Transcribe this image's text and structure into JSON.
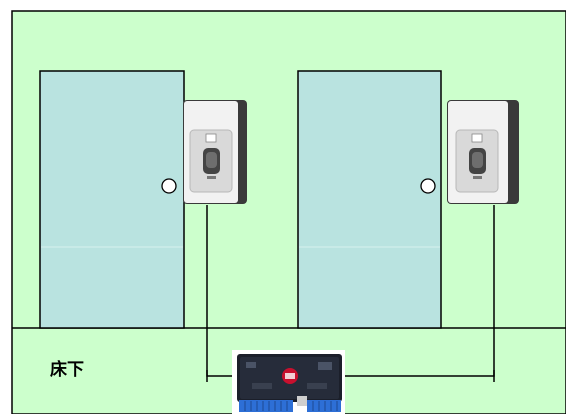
{
  "floor": {
    "label": "床下"
  },
  "doors": [
    {
      "name": "door-left"
    },
    {
      "name": "door-right"
    }
  ],
  "readers": [
    {
      "name": "fingerprint-reader-left",
      "icon": "fingerprint-icon"
    },
    {
      "name": "fingerprint-reader-right",
      "icon": "fingerprint-icon"
    }
  ],
  "controller": {
    "name": "access-control-board"
  },
  "colors": {
    "wall": "#ccffcc",
    "door": "#b9e3e0",
    "outline": "#000000",
    "reader_body": "#e8e8e8",
    "reader_side": "#3a3a3a",
    "board": "#1b1f2a",
    "board_accent": "#c8102e",
    "terminals": "#2d6fd6"
  }
}
